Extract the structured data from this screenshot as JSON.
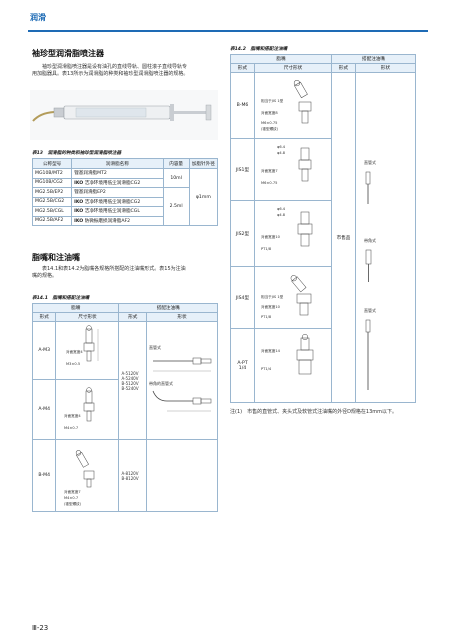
{
  "header": {
    "title": "润滑"
  },
  "section1": {
    "title": "袖珍型润滑脂喷注器",
    "para": [
      "袖珍型润滑脂喷注器是设有油孔的直线导轨、圆柱滚子直线导轨专",
      "用加脂器具。表13所示为润滑脂的种类和袖珍型润滑脂喷注器的规格。"
    ]
  },
  "table13": {
    "caption": "表13　润滑脂的种类和袖珍型润滑脂喷注器",
    "headers": [
      "公称型号",
      "润滑脂名称",
      "内容量",
      "加脂针外径"
    ],
    "rows": [
      {
        "model": "MG10B/MT2",
        "brand": "",
        "name": "锂基润滑脂MT2"
      },
      {
        "model": "MG10B/CG2",
        "brand": "IKO",
        "name": "洁净环境用低尘润滑脂CG2"
      },
      {
        "model": "MG2.5B/EP2",
        "brand": "",
        "name": "锂基润滑脂EP2"
      },
      {
        "model": "MG2.5B/CG2",
        "brand": "IKO",
        "name": "洁净环境用低尘润滑脂CG2"
      },
      {
        "model": "MG2.5B/CGL",
        "brand": "IKO",
        "name": "洁净环境用低尘润滑脂CGL"
      },
      {
        "model": "MG2.5B/AF2",
        "brand": "IKO",
        "name": "防微振磨损润滑脂AF2"
      }
    ],
    "vol1": "10ml",
    "vol2": "2.5ml",
    "dia": "φ1mm"
  },
  "section2": {
    "title": "脂嘴和注油嘴",
    "para": [
      "表14.1和表14.2为脂嘴各规格所搭配的注油嘴形式。表15为注油",
      "嘴的规格。"
    ]
  },
  "table141": {
    "caption": "表14.1　脂嘴和搭配注油嘴",
    "h_nipple": "脂嘴",
    "h_nozzle": "搭配注油嘴",
    "h_form": "形式",
    "h_dim": "尺寸形状",
    "h_form2": "形式",
    "h_shape": "形状",
    "rows": [
      {
        "form": "A-M3",
        "t1": "对面宽度4",
        "t2": "M3×0.5"
      },
      {
        "form": "A-M4",
        "t1": "对面宽度4",
        "t2": "M4×0.7"
      },
      {
        "form": "B-M4",
        "t1": "对面宽度7",
        "t2": "M4×0.7",
        "t3": "(锥型螺纹)"
      }
    ],
    "nozzle_a": [
      "A-5120V",
      "A-5240V",
      "B-5120V",
      "B-5240V"
    ],
    "nozzle_b": [
      "A-8120V",
      "B-8120V"
    ],
    "shape_straight": "直管式",
    "shape_bent": "带角的直管式"
  },
  "table142": {
    "caption": "表14.2　脂嘴和搭配注油嘴",
    "h_nipple": "脂嘴",
    "h_nozzle": "搭配注油嘴",
    "h_form": "形式",
    "h_dim": "尺寸形状",
    "h_form2": "形式",
    "h_shape": "形状",
    "rows": [
      {
        "form": "B-M6",
        "t1": "相当于JIS 1型",
        "t2": "对面宽度8",
        "t3": "M6×0.75",
        "t4": "(锥型螺纹)"
      },
      {
        "form": "JIS1型",
        "t1": "φ6.4",
        "t2": "φ4.8",
        "t3": "对面宽度7",
        "t4": "M6×0.75"
      },
      {
        "form": "JIS2型",
        "t1": "φ6.4",
        "t2": "φ4.8",
        "t3": "对面宽度10",
        "t4": "PT1/8"
      },
      {
        "form": "JIS4型",
        "t1": "相当于JIS 1型",
        "t2": "对面宽度10",
        "t3": "PT1/8"
      },
      {
        "form": "A-PT 1/4",
        "t1": "对面宽度14",
        "t2": "PT1/4"
      }
    ],
    "nozzle": "市售品",
    "shape_straight": "直管式",
    "shape_bent": "带角式",
    "shape_plain": "直管式",
    "note": "注(1)　市售的直管式、夹头式及软管式注油嘴的外径D规格在13mm以下。"
  },
  "page": {
    "number": "Ⅲ-23"
  }
}
